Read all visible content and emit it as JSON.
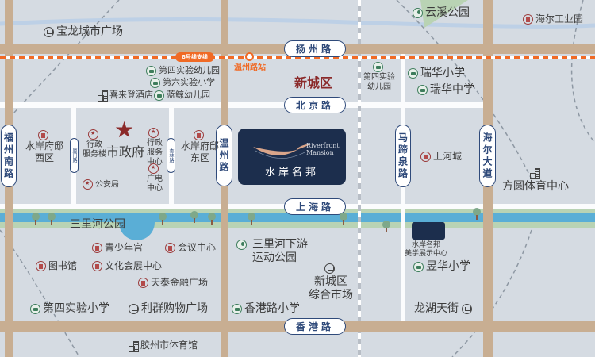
{
  "colors": {
    "background": "#d5dbe2",
    "main_road": "#c8ae92",
    "secondary_road": "#fbfcfd",
    "metro_line": "#f06a25",
    "river": "#5aaed6",
    "green_belt": "#b9d3b4",
    "road_label": "#2f4a7a",
    "project_box": "#1c2e4d",
    "district_label": "#8b2a2a",
    "landmark_star": "#8b2a2a"
  },
  "metro": {
    "line_label": "8号线支线",
    "station": "温州路站"
  },
  "roads": {
    "yangzhou": "扬州路",
    "beijing": "北京路",
    "shanghai": "上海路",
    "xianggang": "香港路",
    "fuzhou_nan": "福州南路",
    "wenzhou": "温州路",
    "matiquan": "马蹄泉路",
    "haier": "海尔大道",
    "xiamen": "厦门路",
    "xinglin": "杏林路"
  },
  "district": "新城区",
  "project": {
    "name_cn": "水岸名邦",
    "name_en": "Riverfront Mansion",
    "showroom": [
      "水岸名邦",
      "美学展示中心"
    ]
  },
  "pois": {
    "baolong": {
      "label": "宝龙城市广场",
      "icon": "shopping-cart-icon"
    },
    "yunxi": {
      "label": "云溪公园",
      "icon": "park-icon"
    },
    "haier_park": {
      "label": "海尔工业园",
      "icon": "building-icon"
    },
    "kg4a": {
      "label": "第四实验幼儿园",
      "icon": "school-icon"
    },
    "ps6": {
      "label": "第六实验小学",
      "icon": "school-icon"
    },
    "hotel": {
      "label": "喜来登酒店",
      "icon": "hotel-icon"
    },
    "lanjing": {
      "label": "蓝鲸幼儿园",
      "icon": "school-icon"
    },
    "kg4b": {
      "lines": [
        "第四实验",
        "幼儿园"
      ],
      "icon": "school-icon"
    },
    "ruihua_p": {
      "label": "瑞华小学",
      "icon": "school-icon"
    },
    "ruihua_m": {
      "label": "瑞华中学",
      "icon": "school-icon"
    },
    "west": {
      "lines": [
        "水岸府邸",
        "西区"
      ],
      "icon": "building-icon"
    },
    "east": {
      "lines": [
        "水岸府邸",
        "东区"
      ],
      "icon": "building-icon"
    },
    "admin_bldg": {
      "lines": [
        "行政",
        "服务楼"
      ],
      "icon": "government-icon"
    },
    "city_hall": {
      "label": "市政府",
      "icon": "star-icon"
    },
    "admin_center": {
      "lines": [
        "行政",
        "服务",
        "中心"
      ],
      "icon": "government-icon"
    },
    "broadcast": {
      "lines": [
        "广电",
        "中心"
      ],
      "icon": "government-icon"
    },
    "police": {
      "label": "公安局",
      "icon": "government-icon"
    },
    "shanghe": {
      "label": "上河城",
      "icon": "building-icon"
    },
    "fangyuan": {
      "label": "方圆体育中心",
      "icon": "hotel-icon"
    },
    "sanli_park": {
      "label": "三里河公园"
    },
    "youth": {
      "label": "青少年宫",
      "icon": "building-icon"
    },
    "meeting": {
      "label": "会议中心",
      "icon": "building-icon"
    },
    "library": {
      "label": "图书馆",
      "icon": "building-icon"
    },
    "culture": {
      "label": "文化会展中心",
      "icon": "building-icon"
    },
    "tiantai": {
      "label": "天泰金融广场",
      "icon": "building-icon"
    },
    "downstream": {
      "lines": [
        "三里河下游",
        "运动公园"
      ],
      "icon": "park-icon"
    },
    "market": {
      "lines": [
        "新城区",
        "综合市场"
      ],
      "icon": "shopping-cart-icon"
    },
    "yuhua": {
      "label": "昱华小学",
      "icon": "school-icon"
    },
    "ps4": {
      "label": "第四实验小学",
      "icon": "school-icon"
    },
    "liqun": {
      "label": "利群购物广场",
      "icon": "shopping-cart-icon"
    },
    "hk_school": {
      "label": "香港路小学",
      "icon": "school-icon"
    },
    "longhu": {
      "label": "龙湖天街",
      "icon": "shopping-cart-icon"
    },
    "jiaozhou": {
      "label": "胶州市体育馆",
      "icon": "hotel-icon"
    }
  }
}
